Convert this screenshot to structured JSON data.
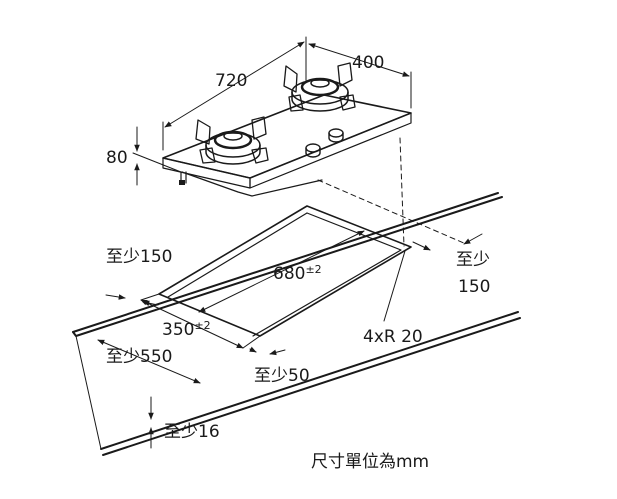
{
  "cooktop": {
    "width_label": "720",
    "depth_label": "400",
    "height_label": "80"
  },
  "cutout": {
    "length_label": "680",
    "length_tol": "±2",
    "width_label": "350",
    "width_tol": "±2",
    "corner_label": "4xR 20"
  },
  "clearances": {
    "back_label": "至少150",
    "right_line1": "至少",
    "right_line2": "150",
    "front_label": "至少50",
    "side_label": "至少550",
    "thickness_label": "至少16"
  },
  "units_note": "尺寸單位為mm"
}
